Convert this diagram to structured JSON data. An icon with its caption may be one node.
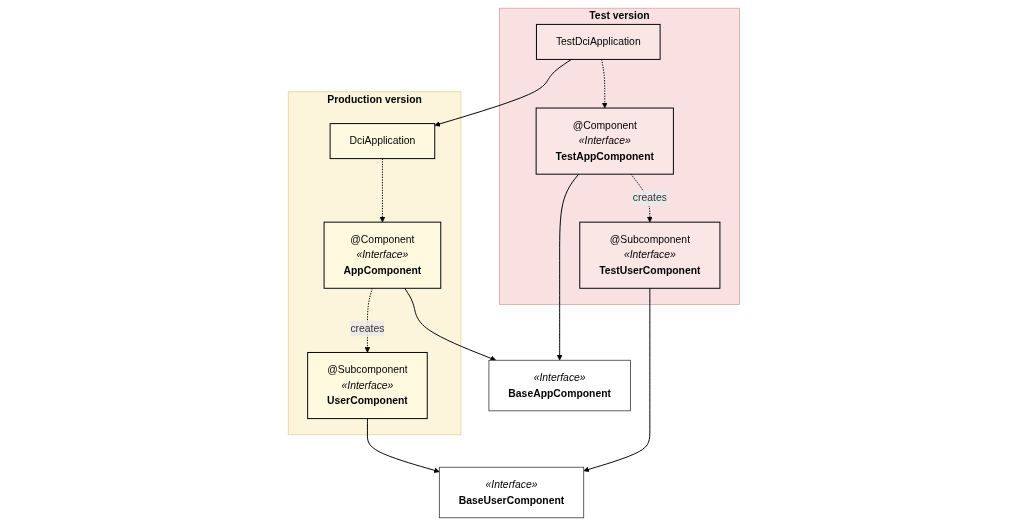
{
  "diagram": {
    "nodes": [
      {
        "text": [
          "Production version"
        ]
      },
      {
        "text": [
          "DciApplication"
        ],
        "in": 0
      },
      {
        "text": [
          "@Component",
          "«Interface»",
          "AppComponent"
        ],
        "in": 0
      },
      {
        "text": [
          "@Subcomponent",
          "«Interface»",
          "UserComponent"
        ],
        "in": 0
      },
      {
        "text": [
          "«Interface»",
          "BaseAppComponent"
        ]
      },
      {
        "text": [
          "«Interface»",
          "BaseUserComponent"
        ]
      },
      {
        "text": [
          "Test version"
        ]
      },
      {
        "text": [
          "TestDciApplication"
        ],
        "in": 6
      },
      {
        "text": [
          "@Component",
          "«Interface»",
          "TestAppComponent"
        ],
        "in": 6
      },
      {
        "text": [
          "@Subcomponent",
          "«Interface»",
          "TestUserComponent"
        ],
        "in": 6
      }
    ],
    "edges": [
      {
        "from": 1,
        "to": 2,
        "arrow": "to",
        "style": "dashed"
      },
      {
        "from": 2,
        "to": 3,
        "arrow": "to",
        "style": "dashed",
        "label": "creates"
      },
      {
        "from": 2,
        "to": 4,
        "arrow": "to"
      },
      {
        "from": 3,
        "to": 5,
        "arrow": "to"
      },
      {
        "from": 7,
        "to": 1,
        "arrow": "to"
      },
      {
        "from": 8,
        "to": 4,
        "arrow": "to"
      },
      {
        "from": 9,
        "to": 5,
        "arrow": "to"
      },
      {
        "from": 7,
        "to": 8,
        "arrow": "to",
        "style": "dashed"
      },
      {
        "from": 8,
        "to": 9,
        "arrow": "to",
        "style": "dashed",
        "label": "creates"
      }
    ]
  }
}
